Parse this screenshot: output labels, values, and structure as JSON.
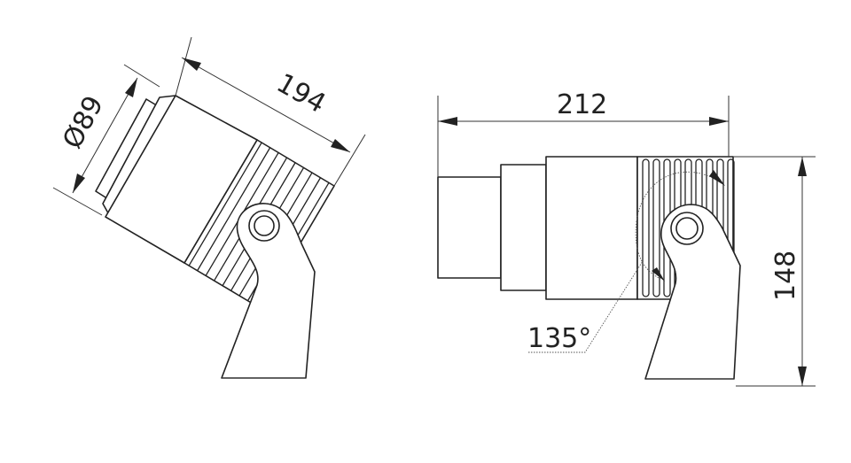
{
  "drawing": {
    "left_view": {
      "length_label": "194",
      "diameter_label": "Ø89"
    },
    "right_view": {
      "width_label": "212",
      "height_label": "148",
      "angle_label": "135°"
    },
    "line_color": "#222222"
  }
}
